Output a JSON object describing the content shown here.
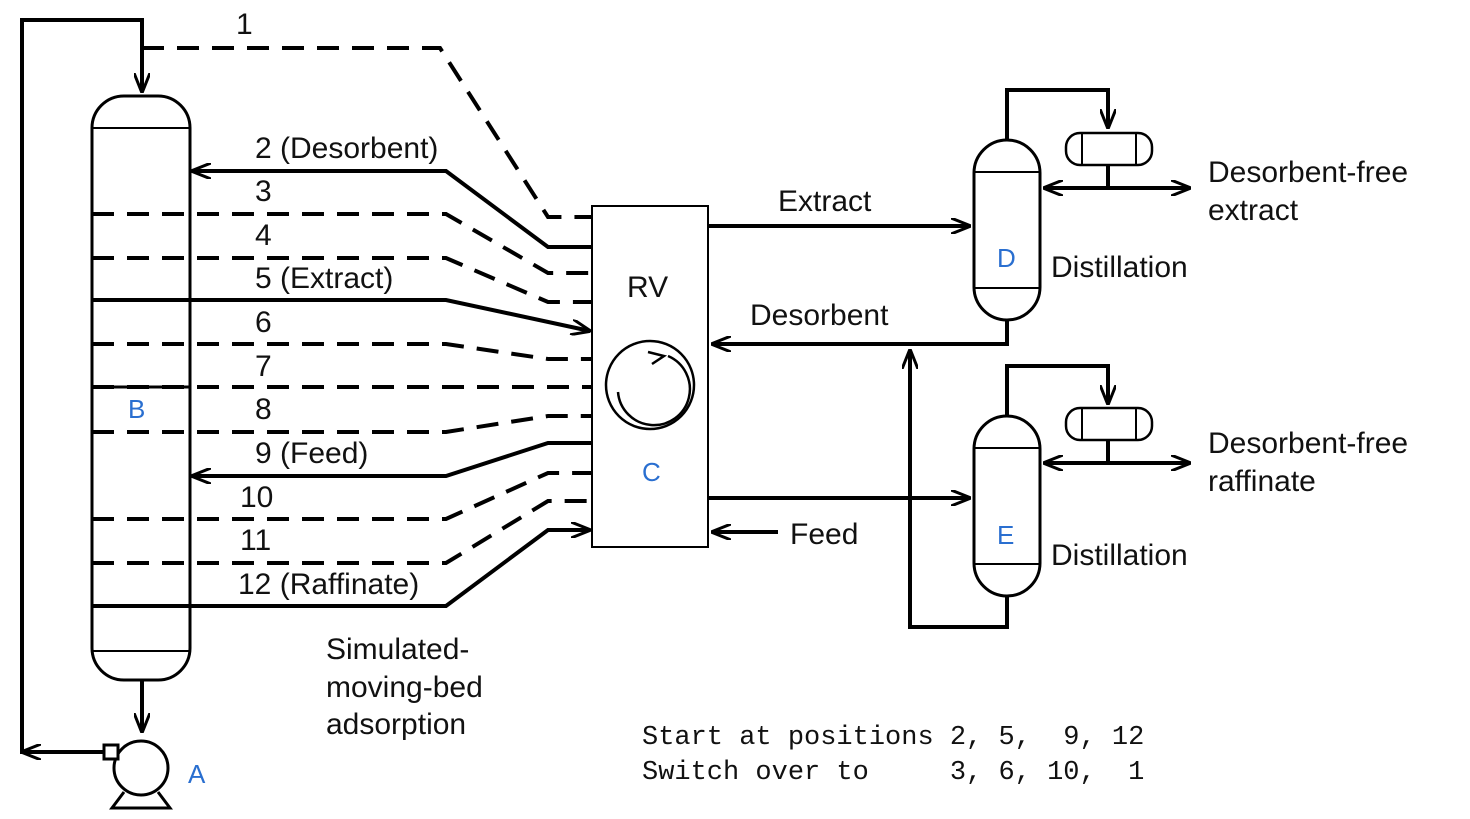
{
  "colors": {
    "line": "#000000",
    "letter": "#2a6fd0"
  },
  "lines": [
    "1",
    "2 (Desorbent)",
    "3",
    "4",
    "5 (Extract)",
    "6",
    "7",
    "8",
    "9 (Feed)",
    "10",
    "11",
    "12 (Raffinate)"
  ],
  "valve": {
    "label": "RV"
  },
  "letters": {
    "pump": "A",
    "column": "B",
    "valve": "C",
    "top_still": "D",
    "bottom_still": "E"
  },
  "streams": {
    "extract": "Extract",
    "desorbent": "Desorbent",
    "feed": "Feed"
  },
  "products": {
    "extract_line1": "Desorbent-free",
    "extract_line2": "extract",
    "raffinate_line1": "Desorbent-free",
    "raffinate_line2": "raffinate"
  },
  "distillation_label": "Distillation",
  "caption": {
    "line1": "Simulated-",
    "line2": "moving-bed",
    "line3": "adsorption"
  },
  "positions": {
    "start": "Start at positions 2, 5,  9, 12",
    "switch": "Switch over to     3, 6, 10,  1"
  }
}
